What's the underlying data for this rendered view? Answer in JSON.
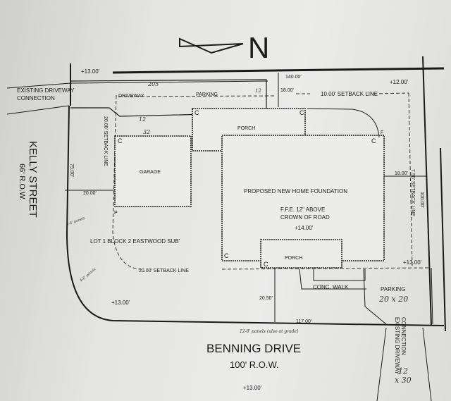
{
  "north_label": "N",
  "streets": {
    "kelly": {
      "name": "KELLY STREET",
      "row": "66' R.O.W."
    },
    "benning": {
      "name": "BENNING DRIVE",
      "row": "100' R.O.W."
    }
  },
  "elevations": {
    "top_left": "+13.00'",
    "top_right": "+12.00'",
    "house": "+14.00'",
    "right_mid": "+13.00'",
    "lot_bottom_left": "+13.00'",
    "road": "+13.00'"
  },
  "dimensions": {
    "depth_top": "140.00'",
    "setback_top_dim": "18.00'",
    "garage_depth": "75.00'",
    "left_offset": "20.00'",
    "right_offset": "18.00'",
    "right_width": "100.00'",
    "front_offset": "20.50'",
    "frontage": "117.00'"
  },
  "setbacks": {
    "top": "10.00' SETBACK LINE",
    "left": "20.00' SETBACK LINE",
    "bottom": "20.00' SETBACK LINE",
    "right": "7.50' SETBACK LINE"
  },
  "labels": {
    "existing_driveway_top": [
      "EXISTING DRIVEWAY",
      "CONNECTION"
    ],
    "driveway": "DRIVEWAY",
    "parking_top": "PARKING",
    "porch_top": "PORCH",
    "garage": "GARAGE",
    "house": "PROPOSED NEW HOME FOUNDATION",
    "ffe": [
      "F.F.E. 12\" ABOVE",
      "CROWN OF ROAD"
    ],
    "lot": "LOT 1 BLOCK 2 EASTWOOD SUB'",
    "porch_front": "PORCH",
    "walk": "CONC. WALK",
    "parking_right": "PARKING",
    "existing_driveway_bottom": [
      "EXISTING DRIVEWAY",
      "CONNECTION"
    ]
  },
  "handwritten": {
    "top_note": "205",
    "parking_note": "12",
    "garage_note_1": "12",
    "garage_note_2": "32",
    "parking_size": "20 x 20",
    "driveway_size": [
      "12",
      "x 30"
    ],
    "panels_left": "4-8' panels",
    "panels_side": "3-8' panels",
    "panels_front": "12-8' panels (ulso at grade)"
  },
  "corner_marks": {
    "c": "C",
    "f": "F",
    "p": "P"
  }
}
